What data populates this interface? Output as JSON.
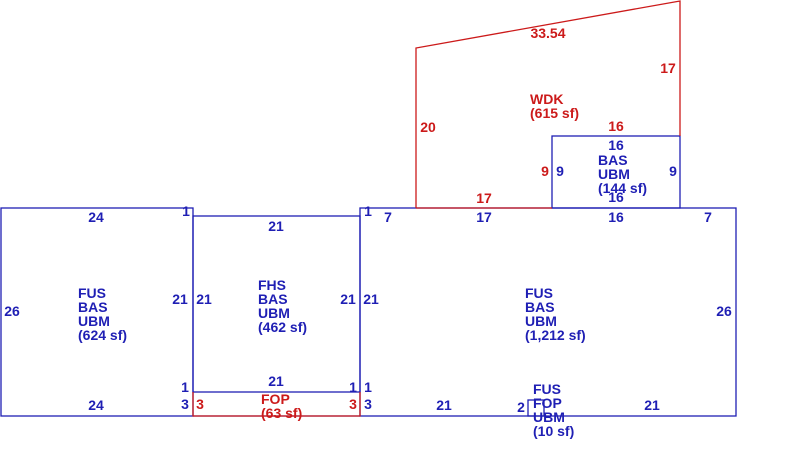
{
  "colors": {
    "blue": "#1f1fb4",
    "red": "#cc1a1a"
  },
  "areas": {
    "left": {
      "lines": [
        "FUS",
        "BAS",
        "UBM",
        "(624 sf)"
      ]
    },
    "mid": {
      "lines": [
        "FHS",
        "BAS",
        "UBM",
        "(462 sf)"
      ]
    },
    "right": {
      "lines": [
        "FUS",
        "BAS",
        "UBM",
        "(1,212 sf)"
      ]
    },
    "bas_top": {
      "lines": [
        "BAS",
        "UBM",
        "(144 sf)"
      ]
    },
    "wdk": {
      "lines": [
        "WDK",
        "(615 sf)"
      ]
    },
    "fop": {
      "lines": [
        "FOP",
        "(63 sf)"
      ]
    },
    "small": {
      "lines": [
        "FUS",
        "FOP",
        "UBM",
        "(10 sf)"
      ]
    }
  },
  "dims": {
    "left_top": "24",
    "left_bottom": "24",
    "left_side": "26",
    "left_right": "21",
    "left_corner_top": "1",
    "left_corner_bot_1": "1",
    "left_corner_bot_3": "3",
    "mid_top": "21",
    "mid_left": "21",
    "mid_right": "21",
    "mid_bottom": "21",
    "mid_corner_bot_1": "1",
    "mid_corner_top_1": "1",
    "right_top_left": "7",
    "right_top_mid": "17",
    "right_top_bas": "16",
    "right_top_right": "7",
    "right_left": "21",
    "right_side": "26",
    "right_corner_bot_1": "1",
    "right_corner_bot_3": "3",
    "right_bottom_left": "21",
    "right_bottom_right": "21",
    "small_width": "2",
    "bas_top_top": "16",
    "bas_top_bottom": "16",
    "bas_top_left": "9",
    "bas_top_right": "9",
    "wdk_slope": "33.54",
    "wdk_right": "17",
    "wdk_left": "20",
    "wdk_inner_top": "16",
    "wdk_bottom": "17",
    "wdk_inner_left": "9",
    "fop_left": "3",
    "fop_right": "3"
  }
}
